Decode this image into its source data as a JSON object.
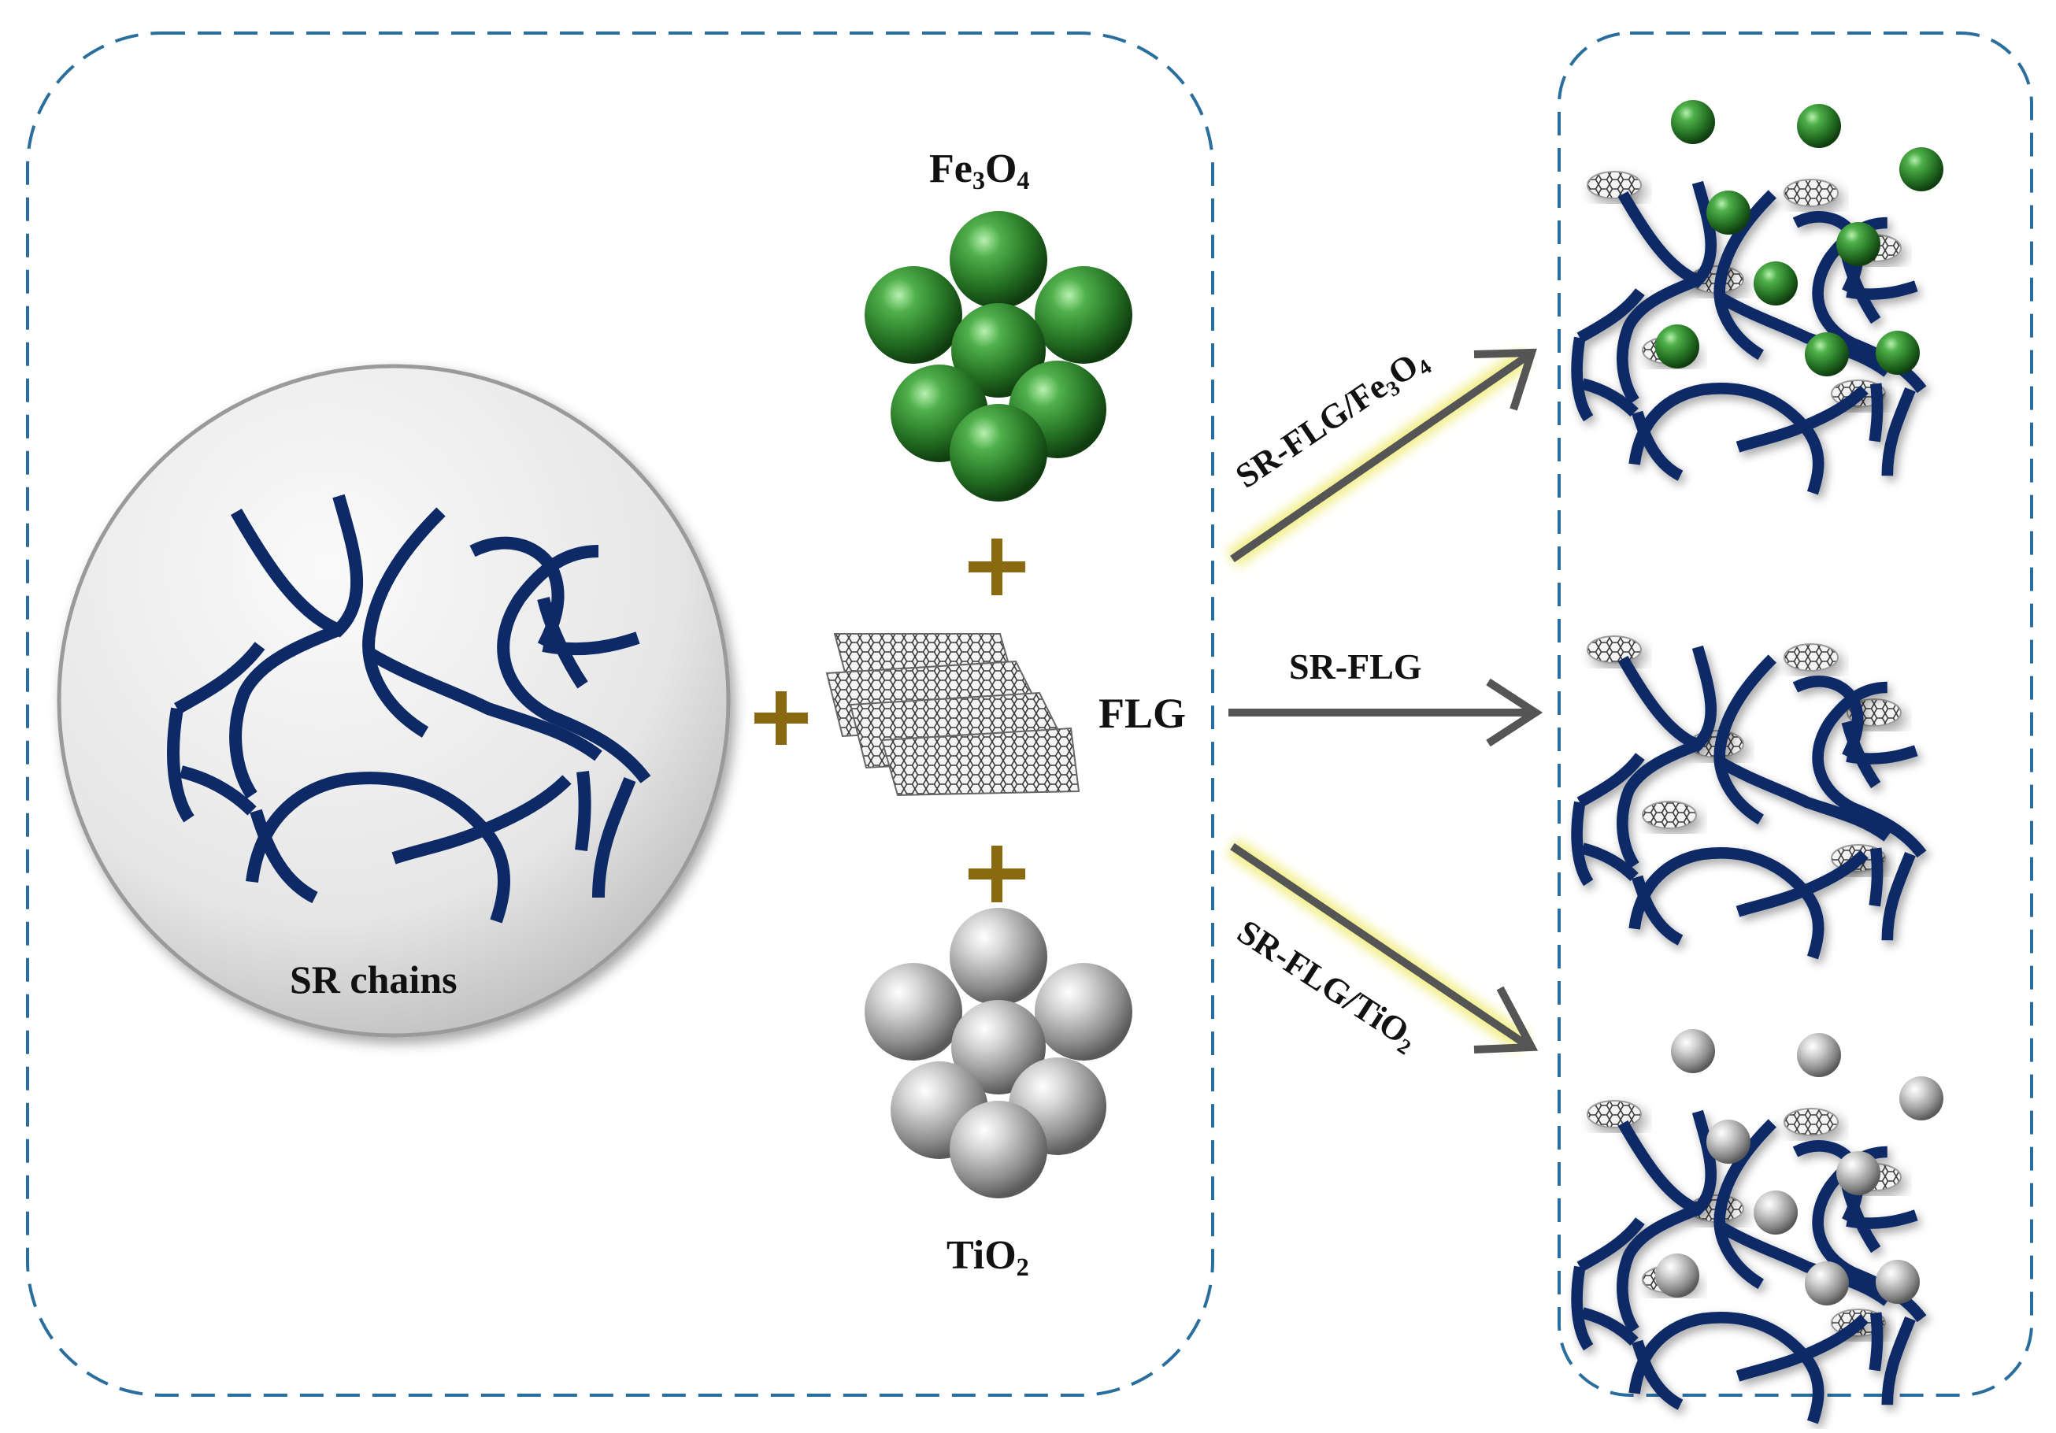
{
  "labels": {
    "fe3o4": {
      "main": "Fe",
      "sub1": "3",
      "mid": "O",
      "sub2": "4"
    },
    "tio2": {
      "main": "TiO",
      "sub": "2"
    },
    "flg": "FLG",
    "sr_chains": "SR chains"
  },
  "arrows": {
    "top": {
      "pre": "SR-FLG/Fe",
      "sub1": "3",
      "mid": "O",
      "sub2": "4"
    },
    "middle": "SR-FLG",
    "bottom": {
      "pre": "SR-FLG/TiO",
      "sub": "2"
    }
  },
  "colors": {
    "dash_border": "#2a6e9e",
    "chain": "#0d2a66",
    "plus": "#8a6a10",
    "arrow": "#555555",
    "arrow_glow": "#f2ef8a",
    "fe3o4_sphere": "#2e8b2e",
    "tio2_sphere": "#b8b8b8"
  }
}
